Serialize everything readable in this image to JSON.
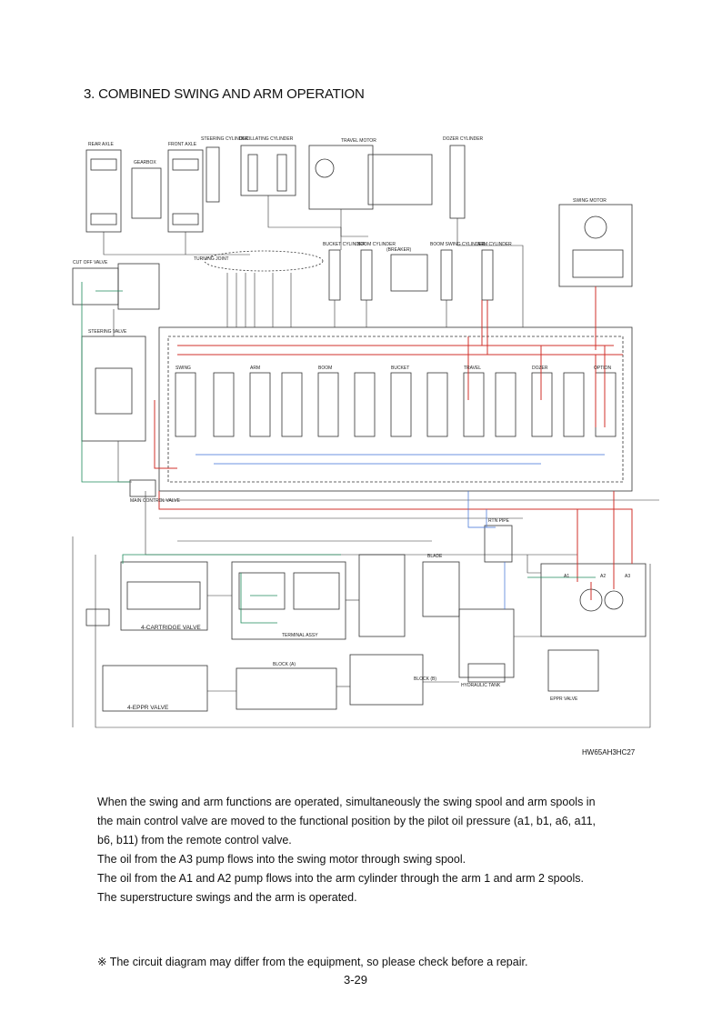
{
  "page": {
    "title": "3. COMBINED SWING AND ARM OPERATION",
    "drawing_code": "HW65AH3HC27",
    "page_number": "3-29",
    "note": "※ The circuit diagram may differ from the equipment, so please check before a repair."
  },
  "description": {
    "lines": [
      "When the swing and arm functions are operated, simultaneously the swing spool and arm spools in",
      "the main control valve are moved to the functional position by the pilot oil pressure (a1, b1, a6, a11,",
      "b6, b11) from the remote control valve.",
      "The oil from the A3 pump flows into the swing motor through swing spool.",
      "The oil from the A1 and A2 pump flows into the arm cylinder through the arm 1 and arm 2 spools.",
      "The superstructure swings and the arm is operated."
    ]
  },
  "diagram": {
    "labels": {
      "rear_axle": "REAR AXLE",
      "gearbox": "GEARBOX",
      "front_axle": "FRONT AXLE",
      "steering_cylinder": "STEERING CYLINDER",
      "oscillating_cylinder": "OSCILLATING CYLINDER",
      "travel_motor": "TRAVEL MOTOR",
      "dozer_cylinder": "DOZER CYLINDER",
      "swing_motor": "SWING MOTOR",
      "cut_off_valve": "CUT OFF VALVE",
      "turning_joint": "TURNING JOINT",
      "bucket_cylinder": "BUCKET CYLINDER",
      "boom_cylinder": "BOOM CYLINDER",
      "breaker": "(BREAKER)",
      "boom_swing_cylinder": "BOOM SWING CYLINDER",
      "arm_cylinder": "ARM CYLINDER",
      "steering_valve": "STEERING VALVE",
      "main_control_valve": "MAIN CONTROL VALVE",
      "cartridge_valve": "4-CARTRIDGE VALVE",
      "eppr_valve": "4-EPPR VALVE",
      "eppr_valve_right": "EPPR VALVE",
      "terminal_assy": "TERMINAL ASSY",
      "block_a": "BLOCK (A)",
      "block_b": "BLOCK (B)",
      "hydraulic_tank": "HYDRAULIC TANK",
      "blade": "BLADE",
      "rtn_pipe": "RTN PIPE",
      "spool_swing": "SWING",
      "spool_arm": "ARM",
      "spool_boom": "BOOM",
      "spool_bucket": "BUCKET",
      "spool_travel": "TRAVEL",
      "spool_dozer": "DOZER",
      "spool_option": "OPTION",
      "port_a1": "A1",
      "port_a2": "A2",
      "port_a3": "A3"
    },
    "colors": {
      "line": "#333333",
      "pressure": "#d0322b",
      "pilot": "#1f8a5b",
      "return": "#3b6fd6"
    }
  }
}
